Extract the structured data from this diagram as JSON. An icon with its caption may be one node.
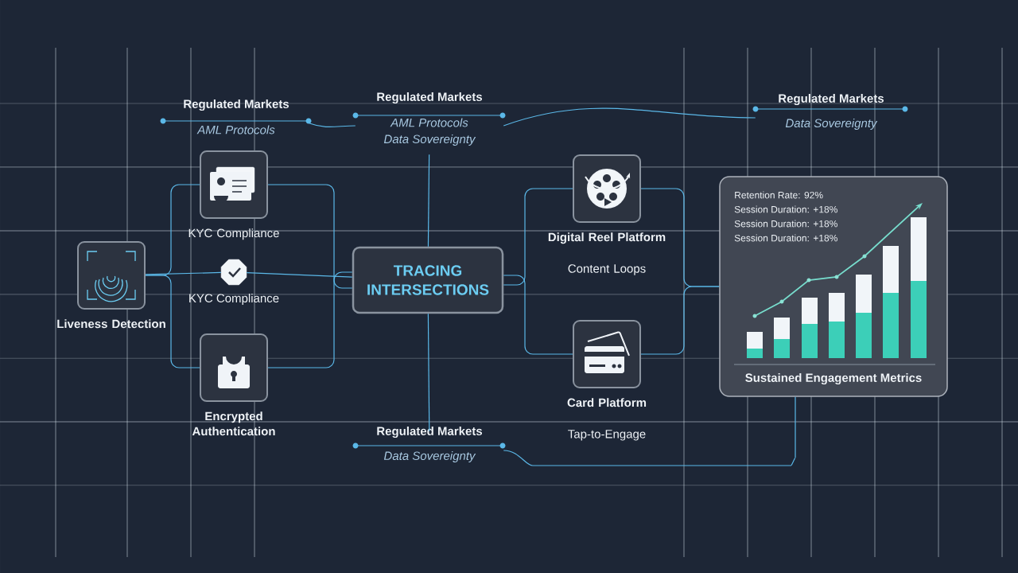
{
  "diagram": {
    "nodes": [
      {
        "text": [
          "Liveness Detection"
        ]
      },
      {
        "text": [
          "KYC Compliance"
        ]
      },
      {
        "text": [
          "KYC Compliance"
        ]
      },
      {
        "text": [
          "Encrypted Authentication"
        ]
      },
      {
        "text": [
          "TRACING INTERSECTIONS"
        ]
      },
      {
        "text": [
          "Digital Reel Platform",
          "Content Loops"
        ]
      },
      {
        "text": [
          "Card Platform",
          "Tap-to-Engage"
        ]
      },
      {
        "text": [
          "Retention Rate: 92%",
          "Session Duration: +18%",
          "Session Duration: +18%",
          "Session Duration: +18%",
          "Sustained Engagement Metrics"
        ]
      },
      {
        "text": [
          "Regulated Markets",
          "AML Protocols"
        ]
      },
      {
        "text": [
          "Regulated Markets",
          "AML Protocols",
          "Data Sovereignty"
        ]
      },
      {
        "text": [
          "Regulated Markets",
          "Data Sovereignty"
        ]
      },
      {
        "text": [
          "Regulated Markets",
          "Data Sovereignty"
        ]
      }
    ],
    "edges": [
      {
        "from": 0,
        "to": 1,
        "arrow": "none"
      },
      {
        "from": 0,
        "to": 2,
        "arrow": "none"
      },
      {
        "from": 0,
        "to": 3,
        "arrow": "none"
      },
      {
        "from": 1,
        "to": 4,
        "arrow": "none"
      },
      {
        "from": 2,
        "to": 4,
        "arrow": "none"
      },
      {
        "from": 3,
        "to": 4,
        "arrow": "none"
      },
      {
        "from": 4,
        "to": 5,
        "arrow": "none"
      },
      {
        "from": 4,
        "to": 6,
        "arrow": "none"
      },
      {
        "from": 5,
        "to": 7,
        "arrow": "none"
      },
      {
        "from": 6,
        "to": 7,
        "arrow": "none"
      },
      {
        "from": 9,
        "to": 4,
        "arrow": "none"
      },
      {
        "from": 4,
        "to": 11,
        "arrow": "none"
      },
      {
        "from": 11,
        "to": 7,
        "arrow": "none"
      },
      {
        "from": 8,
        "to": 9,
        "arrow": "none"
      },
      {
        "from": 9,
        "to": 10,
        "arrow": "none"
      }
    ]
  }
}
